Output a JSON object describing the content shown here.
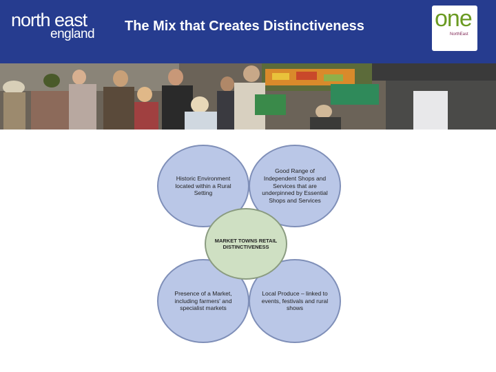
{
  "header": {
    "logo_line1": "north east",
    "logo_line2": "england",
    "title": "The Mix that Creates Distinctiveness",
    "badge_word": "one",
    "badge_sub": "NorthEast"
  },
  "colors": {
    "header_bg": "#263c8f",
    "outer_circle_fill": "#bac7e7",
    "center_circle_fill": "#cfe0c3"
  },
  "diagram": {
    "top_left": "Historic Environment located within a Rural Setting",
    "top_right": "Good Range of Independent Shops and Services that are underpinned by Essential Shops and Services",
    "center": "MARKET TOWNS RETAIL DISTINCTIVENESS",
    "bottom_left": "Presence of a Market, including farmers' and specialist markets",
    "bottom_right": "Local Produce – linked to events, festivals and rural shows"
  }
}
